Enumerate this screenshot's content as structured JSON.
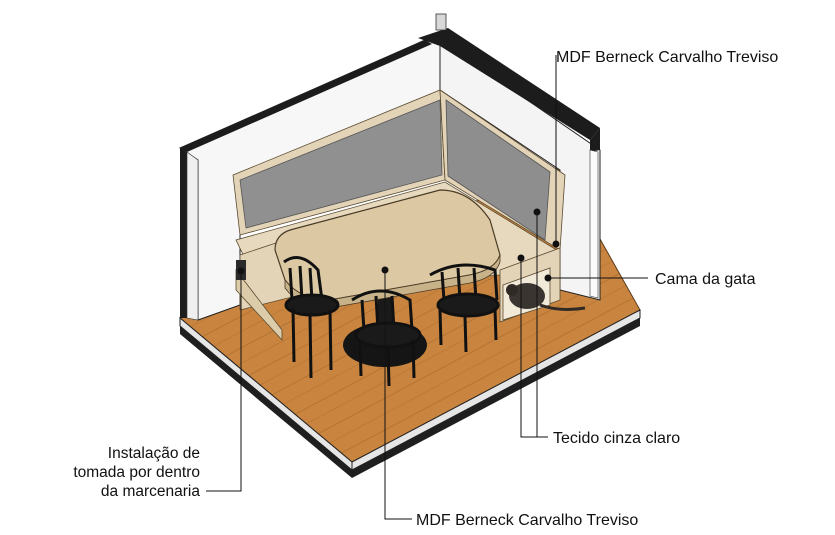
{
  "labels": {
    "wall_panel": "MDF Berneck Carvalho Treviso",
    "cat_bed": "Cama da gata",
    "fabric": "Tecido cinza claro",
    "table_top": "MDF Berneck Carvalho Treviso",
    "socket_line1": "Instalação de",
    "socket_line2": "tomada por dentro",
    "socket_line3": "da marcenaria"
  },
  "colors": {
    "wood_floor": "#c8843f",
    "mdf_light": "#e0d2b6",
    "upholstery": "#8f8f8f",
    "chair": "#1a1a1a",
    "wall_frame": "#1c1c1c"
  }
}
